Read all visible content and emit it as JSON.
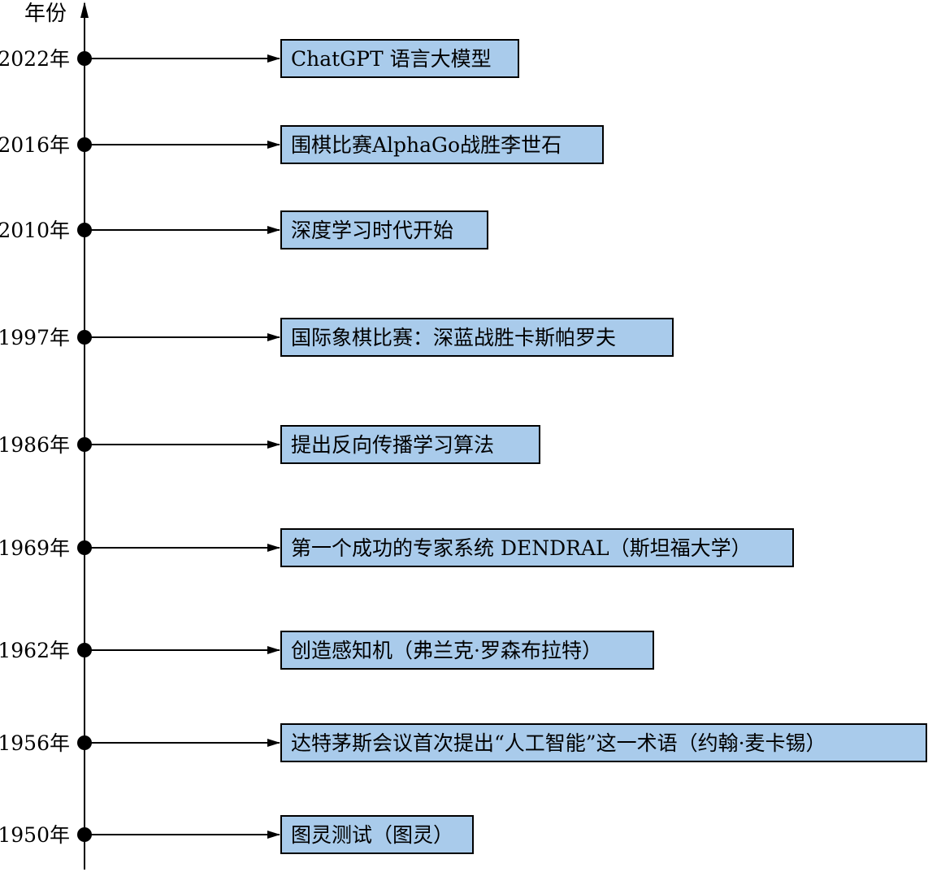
{
  "axis": {
    "label": "年份"
  },
  "events": [
    {
      "year": "2022年",
      "text": "ChatGPT 语言大模型"
    },
    {
      "year": "2016年",
      "text": "围棋比赛AlphaGo战胜李世石"
    },
    {
      "year": "2010年",
      "text": "深度学习时代开始"
    },
    {
      "year": "1997年",
      "text": "国际象棋比赛：深蓝战胜卡斯帕罗夫"
    },
    {
      "year": "1986年",
      "text": "提出反向传播学习算法"
    },
    {
      "year": "1969年",
      "text": "第一个成功的专家系统 DENDRAL（斯坦福大学）"
    },
    {
      "year": "1962年",
      "text": "创造感知机（弗兰克·罗森布拉特）"
    },
    {
      "year": "1956年",
      "text": "达特茅斯会议首次提出“人工智能”这一术语（约翰·麦卡锡）"
    },
    {
      "year": "1950年",
      "text": "图灵测试（图灵）"
    }
  ],
  "colors": {
    "box_fill": "#a9cbeb",
    "line": "#000000",
    "text": "#000000"
  }
}
